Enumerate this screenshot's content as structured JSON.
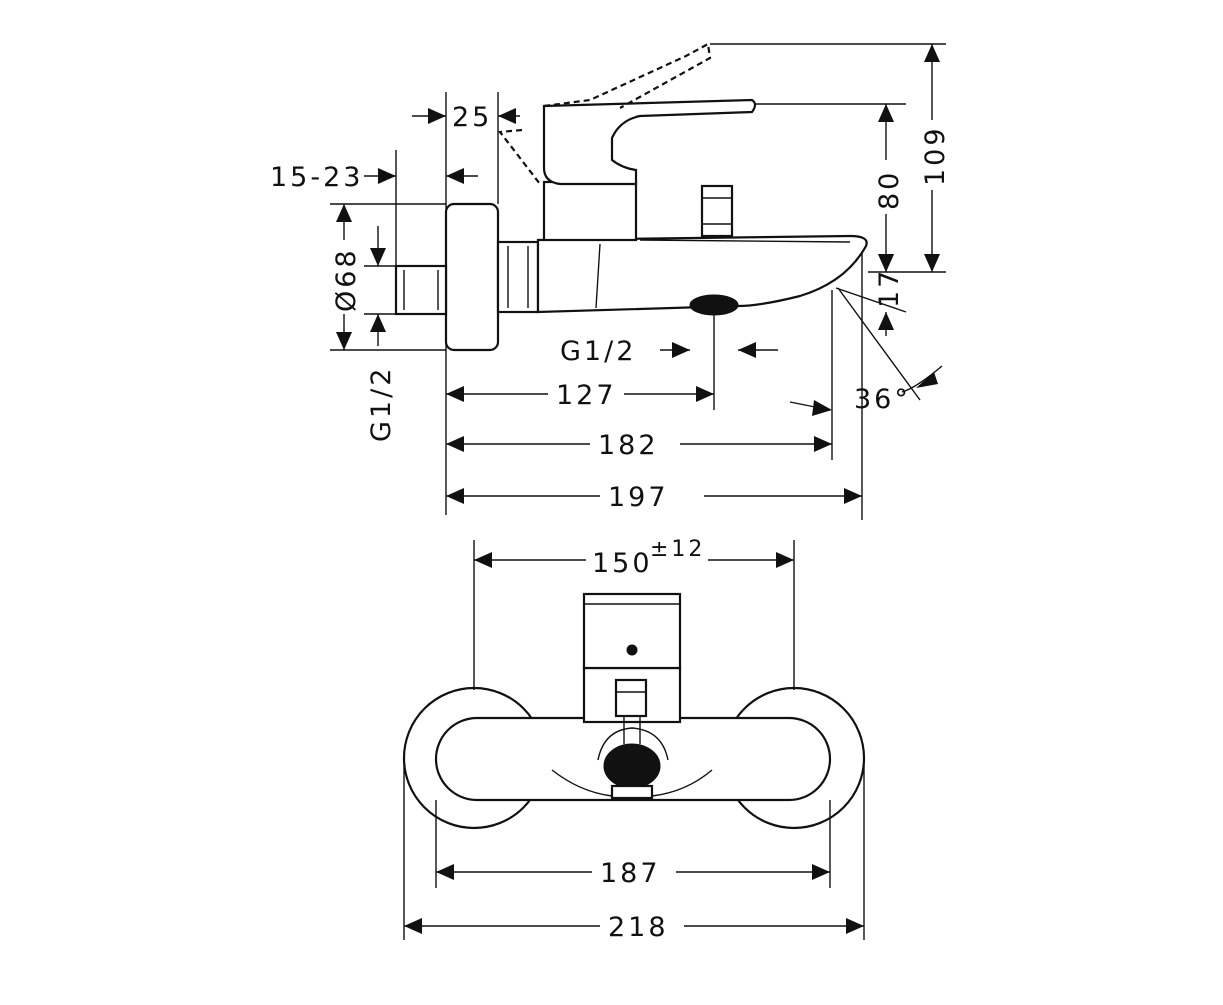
{
  "side_view": {
    "dim_25": "25",
    "dim_15_23": "15-23",
    "dim_d68": "Ø68",
    "dim_g12_left": "G1/2",
    "dim_g12_outlet": "G1/2",
    "dim_127": "127",
    "dim_182": "182",
    "dim_197": "197",
    "dim_80": "80",
    "dim_109": "109",
    "dim_17": "17",
    "dim_36": "36°"
  },
  "front_view": {
    "dim_150": "150",
    "dim_150_tol": "±12",
    "dim_187": "187",
    "dim_218": "218"
  }
}
